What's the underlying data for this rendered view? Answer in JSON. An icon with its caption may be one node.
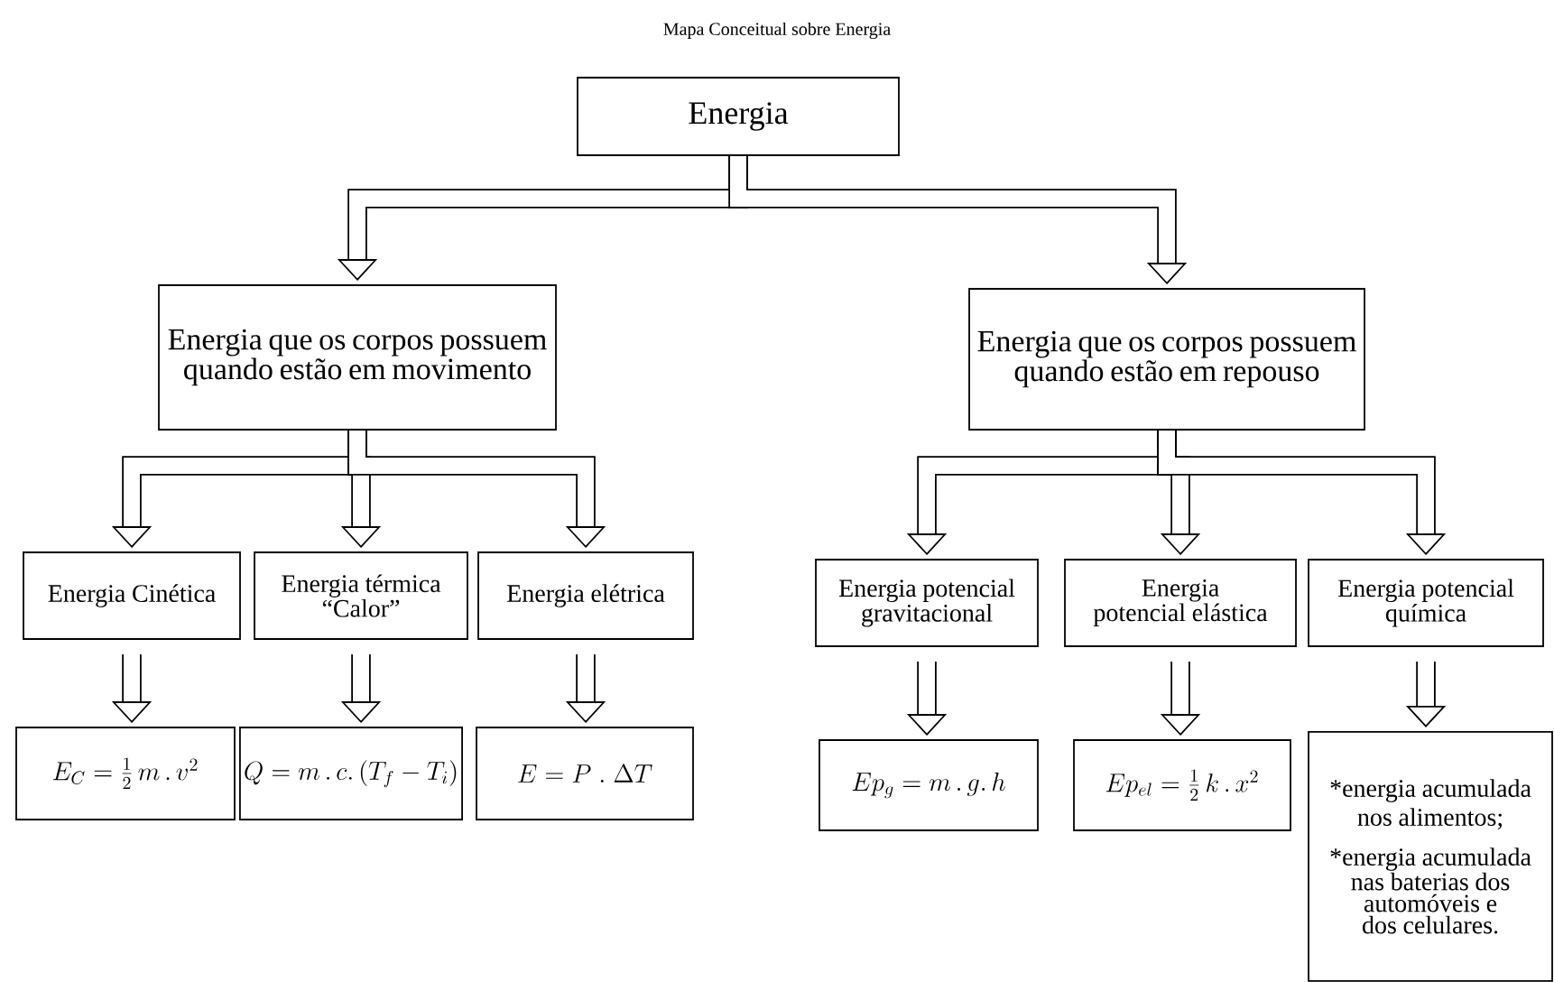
{
  "diagram": {
    "title": "Mapa Conceitual sobre Energia",
    "nodes": [
      {
        "text": [
          "Energia"
        ]
      },
      {
        "text": [
          "Energia que os corpos possuem quando estão em movimento"
        ]
      },
      {
        "text": [
          "Energia que os corpos possuem quando estão em repouso"
        ]
      },
      {
        "text": [
          "Energia Cinética"
        ]
      },
      {
        "text": [
          "Energia térmica “Calor”"
        ]
      },
      {
        "text": [
          "Energia elétrica"
        ]
      },
      {
        "text": [
          "Energia potencial gravitacional"
        ]
      },
      {
        "text": [
          "Energia potencial elástica"
        ]
      },
      {
        "text": [
          "Energia potencial química"
        ]
      },
      {
        "text": [
          "E_{C} = \\frac{1}{2}\\, m \\,.\\, v^{2}"
        ]
      },
      {
        "text": [
          "Q = m\\,.\\,c.\\,(T_{f} - T_{i})"
        ]
      },
      {
        "text": [
          "E = P\\;.\\;\\Delta T"
        ]
      },
      {
        "text": [
          "Ep_{g} = m\\,.\\,g.\\,h"
        ]
      },
      {
        "text": [
          "Ep_{el} = \\frac{1}{2}\\,k\\,.\\,x^{2}"
        ]
      },
      {
        "text": [
          "*energia acumulada nos alimentos;",
          "*energia acumulada nas baterias dos automóveis e dos celulares."
        ]
      }
    ],
    "edges": [
      {
        "from": 0,
        "to": 1,
        "arrow": "to"
      },
      {
        "from": 0,
        "to": 2,
        "arrow": "to"
      },
      {
        "from": 1,
        "to": 3,
        "arrow": "to"
      },
      {
        "from": 1,
        "to": 4,
        "arrow": "to"
      },
      {
        "from": 1,
        "to": 5,
        "arrow": "to"
      },
      {
        "from": 2,
        "to": 6,
        "arrow": "to"
      },
      {
        "from": 2,
        "to": 7,
        "arrow": "to"
      },
      {
        "from": 2,
        "to": 8,
        "arrow": "to"
      },
      {
        "from": 3,
        "to": 9,
        "arrow": "to"
      },
      {
        "from": 4,
        "to": 10,
        "arrow": "to"
      },
      {
        "from": 5,
        "to": 11,
        "arrow": "to"
      },
      {
        "from": 6,
        "to": 12,
        "arrow": "to"
      },
      {
        "from": 7,
        "to": 13,
        "arrow": "to"
      },
      {
        "from": 8,
        "to": 14,
        "arrow": "to"
      }
    ]
  }
}
